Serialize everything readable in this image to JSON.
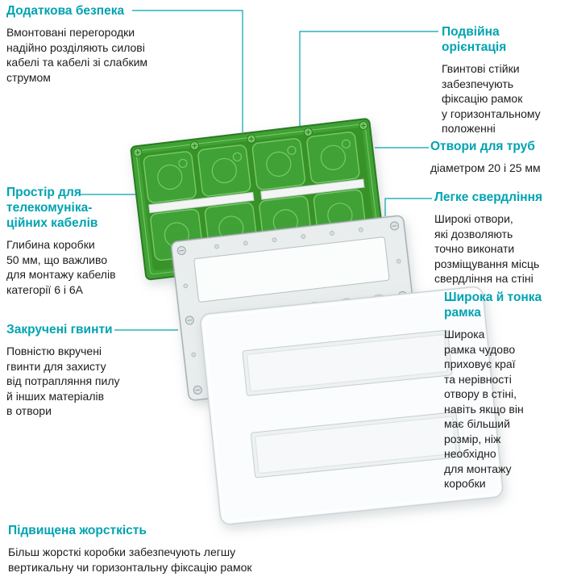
{
  "colors": {
    "accent": "#00A3B1",
    "text": "#1C1C1C",
    "box_green": "#3FA136",
    "box_green_dark": "#2B7A23",
    "box_green_light": "#79CB67",
    "box_green_interior": "#379328",
    "frame_fill": "#E9EDED",
    "frame_stroke": "#A4AEB0",
    "plate_fill": "#FAFCFD",
    "plate_stroke": "#CBD3D6"
  },
  "illustration": {
    "layers": {
      "box": "flush-mounting-box",
      "frame": "mounting-frame",
      "plate": "cover-plate"
    }
  },
  "callouts": {
    "additional_safety": {
      "title": "Додаткова безпека",
      "body": "Вмонтовані перегородки\nнадійно розділяють силові\nкабелі та кабелі зі слабким\nструмом"
    },
    "dual_orientation": {
      "title": "Подвійна\nорієнтація",
      "body": "Гвинтові стійки\nзабезпечують\nфіксацію рамок\nу горизонтальному\nположенні"
    },
    "pipe_holes": {
      "title": "Отвори для труб",
      "body": "діаметром 20 і 25 мм"
    },
    "telecom_space": {
      "title": "Простір для\nтелекомуніка-\nційних кабелів",
      "body": "Глибина коробки\n50 мм, що важливо\nдля монтажу кабелів\nкатегорії 6 і 6А"
    },
    "easy_drilling": {
      "title": "Легке свердління",
      "body": "Широкі отвори,\nякі дозволяють\nточно виконати\nрозміщування місць\nсвердління на стіні"
    },
    "screwed_screws": {
      "title": "Закручені гвинти",
      "body": "Повністю вкручені\nгвинти для захисту\nвід потрапляння пилу\nй інших матеріалів\nв отвори"
    },
    "wide_thin_frame": {
      "title": "Широка й тонка\nрамка",
      "body": "Широка\nрамка чудово\nприховує краї\nта нерівності\nотвору в стіні,\nнавіть якщо він\nмає більший\nрозмір, ніж\nнеобхідно\nдля монтажу\nкоробки"
    },
    "increased_rigidity": {
      "title": "Підвищена жорсткість",
      "body": "Більш жорсткі коробки забезпечують легшу\nвертикальну чи горизонтальну фіксацію рамок"
    }
  }
}
